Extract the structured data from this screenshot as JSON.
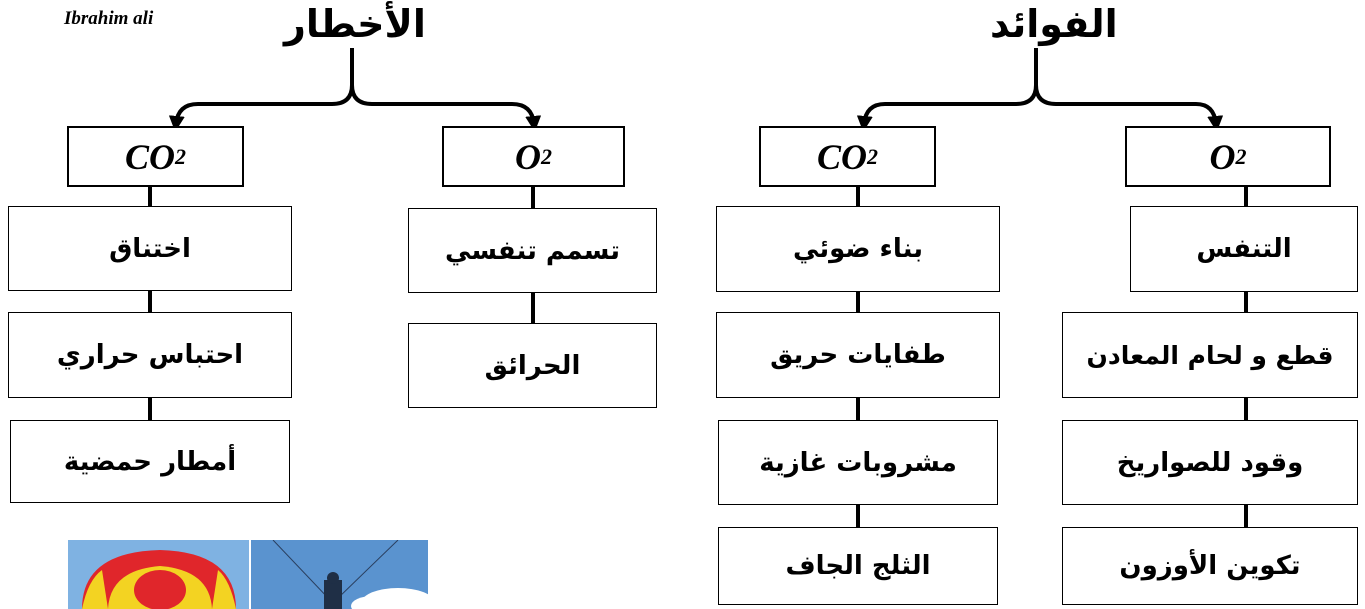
{
  "author": "Ibrahim ali",
  "dangers": {
    "title": "الأخطار",
    "co2": {
      "label": "CO",
      "subscript": "2",
      "items": [
        "اختناق",
        "احتباس حراري",
        "أمطار حمضية"
      ]
    },
    "o2": {
      "label": "O",
      "subscript": "2",
      "items": [
        "تسمم تنفسي",
        "الحرائق"
      ]
    }
  },
  "benefits": {
    "title": "الفوائد",
    "co2": {
      "label": "CO",
      "subscript": "2",
      "items": [
        "بناء ضوئي",
        "طفايات حريق",
        "مشروبات غازية",
        "الثلج الجاف"
      ]
    },
    "o2": {
      "label": "O",
      "subscript": "2",
      "items": [
        "التنفس",
        "قطع و لحام المعادن",
        "وقود للصواريخ",
        "تكوين الأوزون"
      ]
    }
  },
  "photo": {
    "sky_color": "#6fa3d6",
    "canopy_red": "#e0262b",
    "canopy_yellow": "#f3d322"
  }
}
